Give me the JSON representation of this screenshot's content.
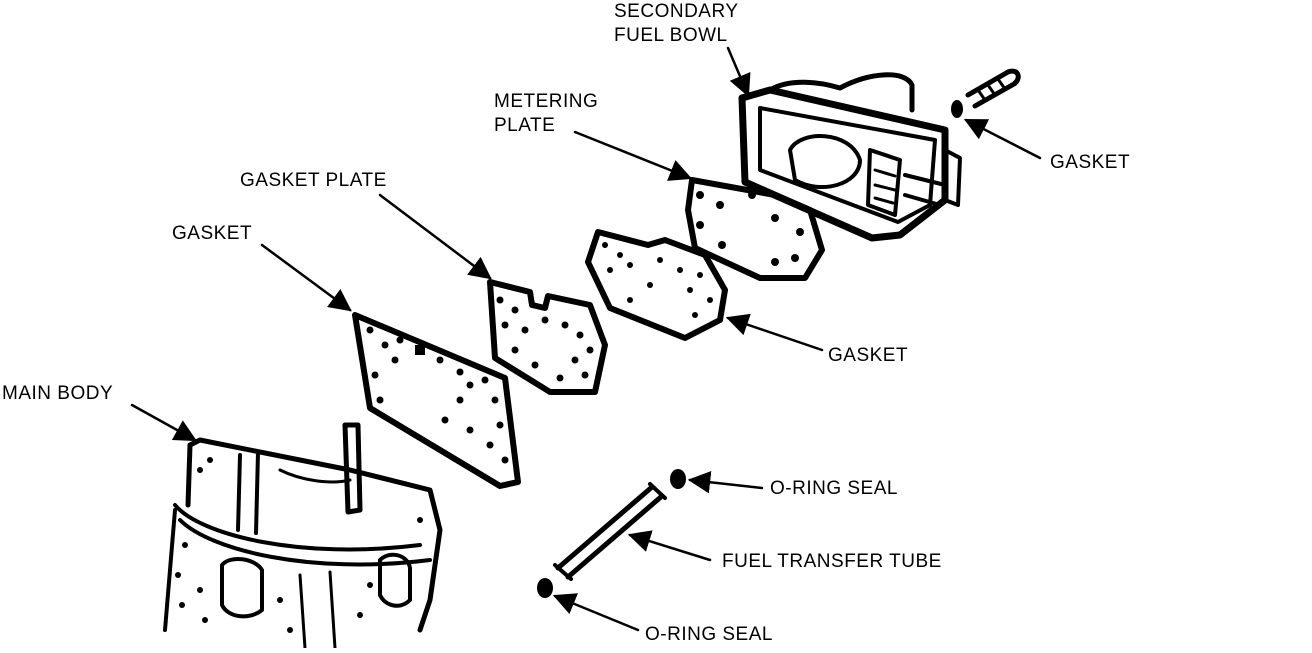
{
  "labels": {
    "secondary_fuel_bowl_line1": "SECONDARY",
    "secondary_fuel_bowl_line2": "FUEL BOWL",
    "metering_plate_line1": "METERING",
    "metering_plate_line2": "PLATE",
    "gasket_top_right": "GASKET",
    "gasket_plate": "GASKET PLATE",
    "gasket_left": "GASKET",
    "gasket_middle": "GASKET",
    "main_body": "MAIN BODY",
    "o_ring_seal_upper": "O-RING SEAL",
    "fuel_transfer_tube": "FUEL TRANSFER TUBE",
    "o_ring_seal_lower": "O-RING SEAL"
  }
}
